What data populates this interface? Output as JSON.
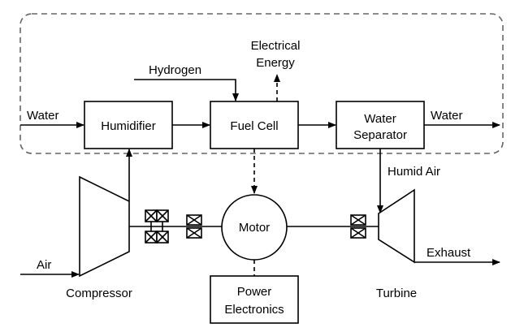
{
  "labels": {
    "water_in": "Water",
    "water_out": "Water",
    "hydrogen": "Hydrogen",
    "electrical_energy_line1": "Electrical",
    "electrical_energy_line2": "Energy",
    "humid_air": "Humid Air",
    "air": "Air",
    "exhaust": "Exhaust",
    "compressor": "Compressor",
    "turbine": "Turbine"
  },
  "blocks": {
    "humidifier": "Humidifier",
    "fuel_cell": "Fuel Cell",
    "water_separator_line1": "Water",
    "water_separator_line2": "Separator",
    "motor": "Motor",
    "power_electronics_line1": "Power",
    "power_electronics_line2": "Electronics"
  }
}
